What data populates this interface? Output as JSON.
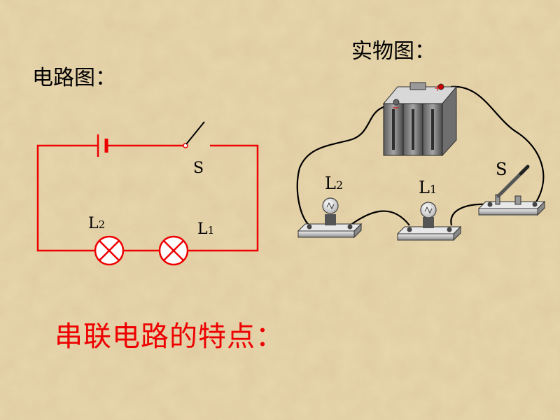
{
  "colors": {
    "background": "#e6d3a8",
    "circuit_line": "#ee0000",
    "heading_text": "#ee0000"
  },
  "titles": {
    "circuit_diagram": "电路图：",
    "physical_diagram": "实物图：",
    "heading": "串联电路的特点："
  },
  "circuit_diagram": {
    "switch_label": "S",
    "lamp_left": {
      "letter": "L",
      "subscript": "2"
    },
    "lamp_right": {
      "letter": "L",
      "subscript": "1"
    }
  },
  "physical_diagram": {
    "switch_label": "S",
    "lamp_left": {
      "letter": "L",
      "subscript": "2"
    },
    "lamp_middle": {
      "letter": "L",
      "subscript": "1"
    },
    "battery_terminals": [
      "+",
      "−"
    ]
  }
}
